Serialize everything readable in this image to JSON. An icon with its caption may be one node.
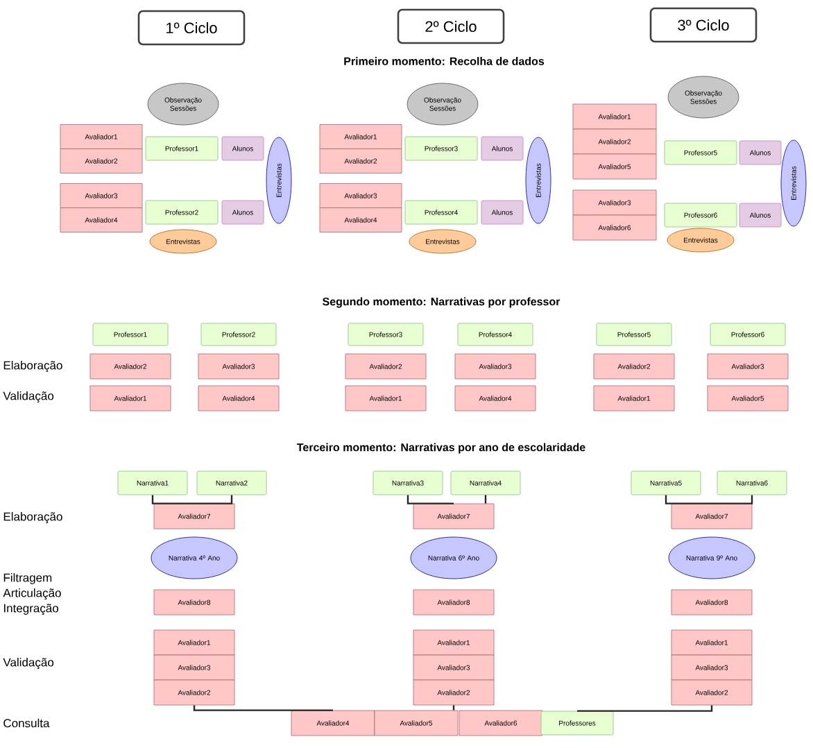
{
  "diagram": {
    "nodes": [
      {
        "text": [
          "1º Ciclo"
        ]
      },
      {
        "text": [
          "2º Ciclo"
        ]
      },
      {
        "text": [
          "3º Ciclo"
        ]
      },
      {
        "text": [
          "Observação Sessões"
        ]
      },
      {
        "text": [
          "Avaliador1"
        ]
      },
      {
        "text": [
          "Avaliador2"
        ]
      },
      {
        "text": [
          "Professor1"
        ]
      },
      {
        "text": [
          "Alunos"
        ]
      },
      {
        "text": [
          "Entrevistas"
        ]
      },
      {
        "text": [
          "Avaliador3"
        ]
      },
      {
        "text": [
          "Avaliador4"
        ]
      },
      {
        "text": [
          "Professor2"
        ]
      },
      {
        "text": [
          "Alunos"
        ]
      },
      {
        "text": [
          "Entrevistas"
        ]
      },
      {
        "text": [
          "Observação Sessões"
        ]
      },
      {
        "text": [
          "Avaliador1"
        ]
      },
      {
        "text": [
          "Avaliador2"
        ]
      },
      {
        "text": [
          "Professor3"
        ]
      },
      {
        "text": [
          "Alunos"
        ]
      },
      {
        "text": [
          "Entrevistas"
        ]
      },
      {
        "text": [
          "Avaliador3"
        ]
      },
      {
        "text": [
          "Avaliador4"
        ]
      },
      {
        "text": [
          "Professor4"
        ]
      },
      {
        "text": [
          "Alunos"
        ]
      },
      {
        "text": [
          "Entrevistas"
        ]
      },
      {
        "text": [
          "Observação Sessões"
        ]
      },
      {
        "text": [
          "Avaliador1"
        ]
      },
      {
        "text": [
          "Avaliador2"
        ]
      },
      {
        "text": [
          "Avaliador5"
        ]
      },
      {
        "text": [
          "Professor5"
        ]
      },
      {
        "text": [
          "Alunos"
        ]
      },
      {
        "text": [
          "Entrevistas"
        ]
      },
      {
        "text": [
          "Avaliador3"
        ]
      },
      {
        "text": [
          "Avaliador6"
        ]
      },
      {
        "text": [
          "Professor6"
        ]
      },
      {
        "text": [
          "Alunos"
        ]
      },
      {
        "text": [
          "Entrevistas"
        ]
      },
      {
        "text": [
          "Professor1"
        ]
      },
      {
        "text": [
          "Avaliador2"
        ]
      },
      {
        "text": [
          "Avaliador1"
        ]
      },
      {
        "text": [
          "Professor2"
        ]
      },
      {
        "text": [
          "Avaliador3"
        ]
      },
      {
        "text": [
          "Avaliador4"
        ]
      },
      {
        "text": [
          "Professor3"
        ]
      },
      {
        "text": [
          "Avaliador2"
        ]
      },
      {
        "text": [
          "Avaliador1"
        ]
      },
      {
        "text": [
          "Professor4"
        ]
      },
      {
        "text": [
          "Avaliador3"
        ]
      },
      {
        "text": [
          "Avaliador4"
        ]
      },
      {
        "text": [
          "Professor5"
        ]
      },
      {
        "text": [
          "Avaliador2"
        ]
      },
      {
        "text": [
          "Avaliador1"
        ]
      },
      {
        "text": [
          "Professor6"
        ]
      },
      {
        "text": [
          "Avaliador3"
        ]
      },
      {
        "text": [
          "Avaliador5"
        ]
      },
      {
        "text": [
          "Narrativa1"
        ]
      },
      {
        "text": [
          "Narrativa2"
        ]
      },
      {
        "text": [
          "Avaliador7"
        ]
      },
      {
        "text": [
          "Narrativa 4º Ano"
        ]
      },
      {
        "text": [
          "Avaliador8"
        ]
      },
      {
        "text": [
          "Avaliador1"
        ]
      },
      {
        "text": [
          "Avaliador3"
        ]
      },
      {
        "text": [
          "Avaliador2"
        ]
      },
      {
        "text": [
          "Narrativa3"
        ]
      },
      {
        "text": [
          "Narrativa4"
        ]
      },
      {
        "text": [
          "Avaliador7"
        ]
      },
      {
        "text": [
          "Narrativa 6º Ano"
        ]
      },
      {
        "text": [
          "Avaliador8"
        ]
      },
      {
        "text": [
          "Avaliador1"
        ]
      },
      {
        "text": [
          "Avaliador3"
        ]
      },
      {
        "text": [
          "Avaliador2"
        ]
      },
      {
        "text": [
          "Narrativa5"
        ]
      },
      {
        "text": [
          "Narrativa6"
        ]
      },
      {
        "text": [
          "Avaliador7"
        ]
      },
      {
        "text": [
          "Narrativa 9º Ano"
        ]
      },
      {
        "text": [
          "Avaliador8"
        ]
      },
      {
        "text": [
          "Avaliador1"
        ]
      },
      {
        "text": [
          "Avaliador3"
        ]
      },
      {
        "text": [
          "Avaliador2"
        ]
      },
      {
        "text": [
          "Avaliador4"
        ]
      },
      {
        "text": [
          "Avaliador5"
        ]
      },
      {
        "text": [
          "Avaliador6"
        ]
      },
      {
        "text": [
          "Professores"
        ]
      }
    ],
    "edges": [
      {
        "from": 55,
        "to": 57,
        "arrow": "none"
      },
      {
        "from": 56,
        "to": 57,
        "arrow": "none"
      },
      {
        "from": 63,
        "to": 65,
        "arrow": "none"
      },
      {
        "from": 64,
        "to": 65,
        "arrow": "none"
      },
      {
        "from": 71,
        "to": 73,
        "arrow": "none"
      },
      {
        "from": 72,
        "to": 73,
        "arrow": "none"
      },
      {
        "from": 62,
        "to": 79,
        "arrow": "none"
      },
      {
        "from": 70,
        "to": 80,
        "arrow": "none"
      },
      {
        "from": 78,
        "to": 82,
        "arrow": "none"
      }
    ],
    "labels": [
      "Primeiro momento: Recolha de dados",
      "Segundo momento: Narrativas por professor",
      "Elaboração",
      "Validação",
      "Terceiro momento: Narrativas por ano de escolaridade",
      "Elaboração",
      "Filtragem Articulação Integração",
      "Validação",
      "Consulta"
    ]
  }
}
